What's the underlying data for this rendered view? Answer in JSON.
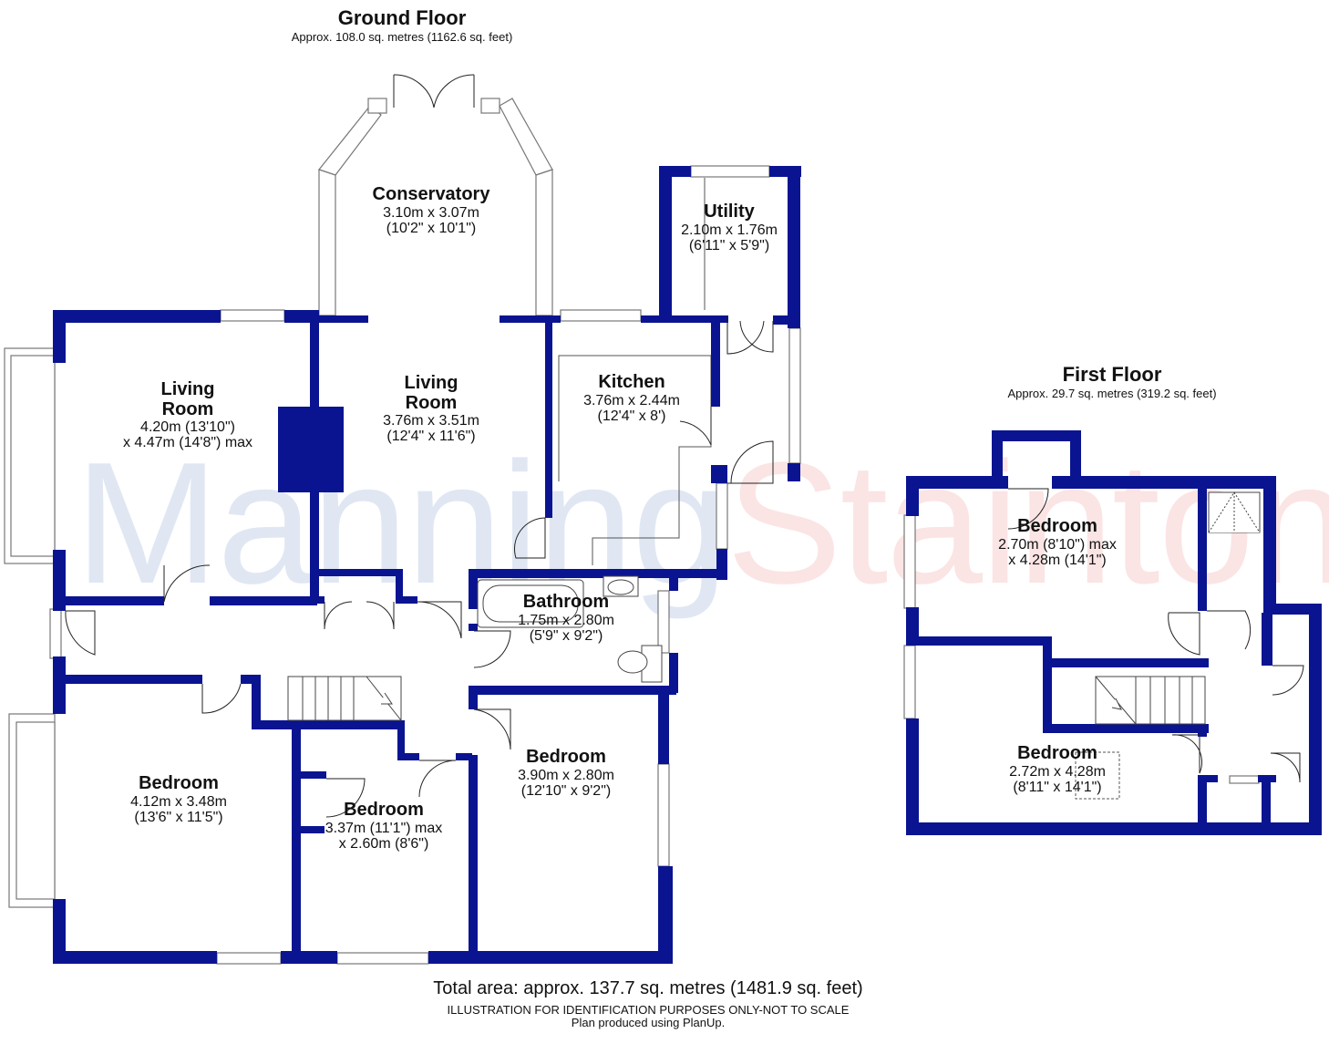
{
  "watermark": {
    "part1": "Manning",
    "part2": "Stainton",
    "color1": "#2f5bb0",
    "color2": "#e8474a"
  },
  "wall_color": "#0a1491",
  "ground_floor": {
    "title": "Ground Floor",
    "area": "Approx. 108.0 sq. metres (1162.6 sq. feet)",
    "rooms": {
      "conservatory": {
        "name": "Conservatory",
        "line1": "3.10m x 3.07m",
        "line2": "(10'2\" x 10'1\")"
      },
      "utility": {
        "name": "Utility",
        "line1": "2.10m x 1.76m",
        "line2": "(6'11\" x 5'9\")"
      },
      "living_left": {
        "name": "Living",
        "name2": "Room",
        "line1": "4.20m (13'10\")",
        "line2": "x 4.47m (14'8\") max"
      },
      "living_centre": {
        "name": "Living",
        "name2": "Room",
        "line1": "3.76m x 3.51m",
        "line2": "(12'4\" x 11'6\")"
      },
      "kitchen": {
        "name": "Kitchen",
        "line1": "3.76m x 2.44m",
        "line2": "(12'4\" x 8')"
      },
      "bathroom": {
        "name": "Bathroom",
        "line1": "1.75m x 2.80m",
        "line2": "(5'9\" x 9'2\")"
      },
      "bedroom_left": {
        "name": "Bedroom",
        "line1": "4.12m x 3.48m",
        "line2": "(13'6\" x 11'5\")"
      },
      "bedroom_mid": {
        "name": "Bedroom",
        "line1": "3.37m (11'1\") max",
        "line2": "x 2.60m (8'6\")"
      },
      "bedroom_right": {
        "name": "Bedroom",
        "line1": "3.90m x 2.80m",
        "line2": "(12'10\" x 9'2\")"
      }
    }
  },
  "first_floor": {
    "title": "First Floor",
    "area": "Approx. 29.7 sq. metres (319.2 sq. feet)",
    "rooms": {
      "bedroom_top": {
        "name": "Bedroom",
        "line1": "2.70m (8'10\") max",
        "line2": "x 4.28m (14'1\")"
      },
      "bedroom_bottom": {
        "name": "Bedroom",
        "line1": "2.72m x 4.28m",
        "line2": "(8'11\" x 14'1\")"
      }
    }
  },
  "footer": {
    "total": "Total area: approx. 137.7 sq. metres (1481.9 sq. feet)",
    "disclaimer": "ILLUSTRATION FOR IDENTIFICATION PURPOSES ONLY-NOT TO SCALE",
    "credit": "Plan produced using PlanUp."
  }
}
